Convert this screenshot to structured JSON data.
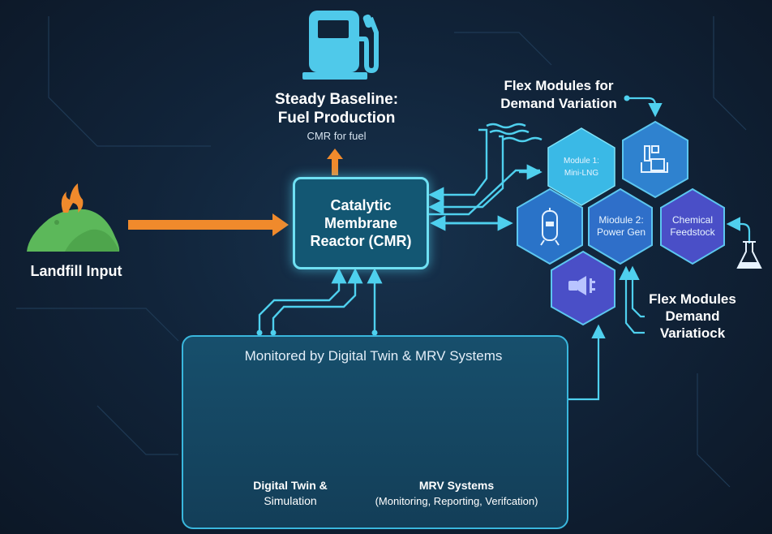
{
  "fuel": {
    "title_line1": "Steady Baseline:",
    "title_line2": "Fuel Production",
    "subtitle": "CMR for fuel",
    "icon": "fuel-pump-icon"
  },
  "landfill": {
    "label": "Landfill Input",
    "icon": "landfill-flame-icon"
  },
  "cmr": {
    "line1": "Catalytic",
    "line2": "Membrane",
    "line3": "Reactor (CMR)"
  },
  "flex_top": {
    "line1": "Flex Modules for",
    "line2": "Demand Variation"
  },
  "flex_bottom": {
    "line1": "Flex Modules",
    "line2": "Demand",
    "line3": "Variatiock"
  },
  "modules": [
    {
      "id": "mini-lng",
      "line1": "Module 1:",
      "line2": "Mini-LNG",
      "color": "#3ab9e6"
    },
    {
      "id": "equipment",
      "icon": "equipment-icon",
      "color": "#2f82cf"
    },
    {
      "id": "tank",
      "icon": "tank-icon",
      "color": "#2a73c8"
    },
    {
      "id": "power-gen",
      "line1": "Miodule 2:",
      "line2": "Power Gen",
      "color": "#2f6fc9"
    },
    {
      "id": "chemical",
      "line1": "Chemical",
      "line2": "Feedstock",
      "color": "#4a4fc7"
    },
    {
      "id": "plug",
      "icon": "plug-icon",
      "color": "#4a4fc7"
    }
  ],
  "monitor": {
    "title": "Monitored by Digital Twin & MRV Systems",
    "digital_twin_line1": "Digital Twin &",
    "digital_twin_line2": "Simulation",
    "mrv_title": "MRV Systems",
    "mrv_subtitle": "(Monitoring, Reporting, Verifcation)"
  },
  "colors": {
    "accent_cyan": "#4fd0ee",
    "arrow_orange": "#f08a2c",
    "landfill_green": "#5cb85a"
  }
}
